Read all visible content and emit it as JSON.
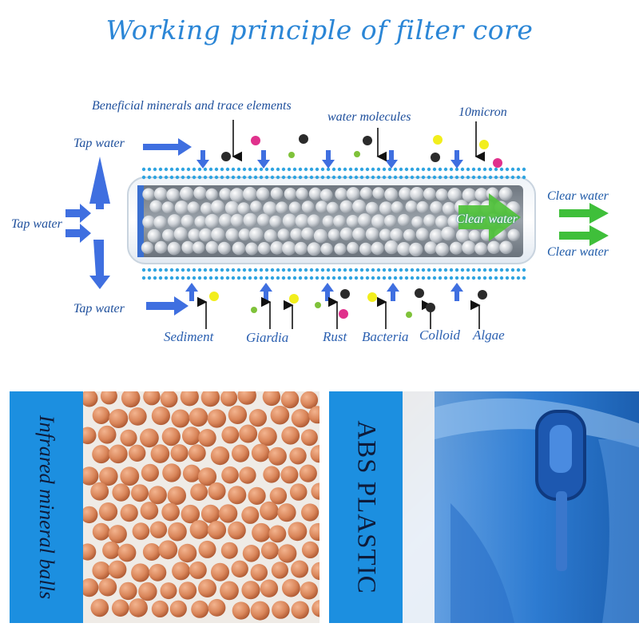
{
  "title": "Working principle of filter core",
  "top_labels": {
    "minerals": "Beneficial minerals and trace elements",
    "molecules": "water molecules",
    "micron": "10micron"
  },
  "tap_labels": {
    "top": "Tap water",
    "middle": "Tap water",
    "bottom": "Tap water"
  },
  "clear_labels": {
    "inside": "Clear water",
    "right_top": "Clear water",
    "right_bottom": "Clear water"
  },
  "bottom_labels": {
    "sediment": "Sediment",
    "giardia": "Giardia",
    "rust": "Rust",
    "bacteria": "Bacteria",
    "colloid": "Colloid",
    "algae": "Algae"
  },
  "panels": {
    "left_caption": "Infrared mineral balls",
    "right_caption": "ABS PLASTIC"
  },
  "colors": {
    "title": "#2b86d6",
    "blue_arrow": "#3f6fe0",
    "green_arrow": "#3fbf3a",
    "band": "#1c8fe0",
    "ball_terracotta": "#d98559",
    "dot_yellow": "#f2ee1c",
    "dot_magenta": "#e0318c",
    "dot_green": "#7fc23a",
    "dot_black": "#2b2b2b"
  }
}
